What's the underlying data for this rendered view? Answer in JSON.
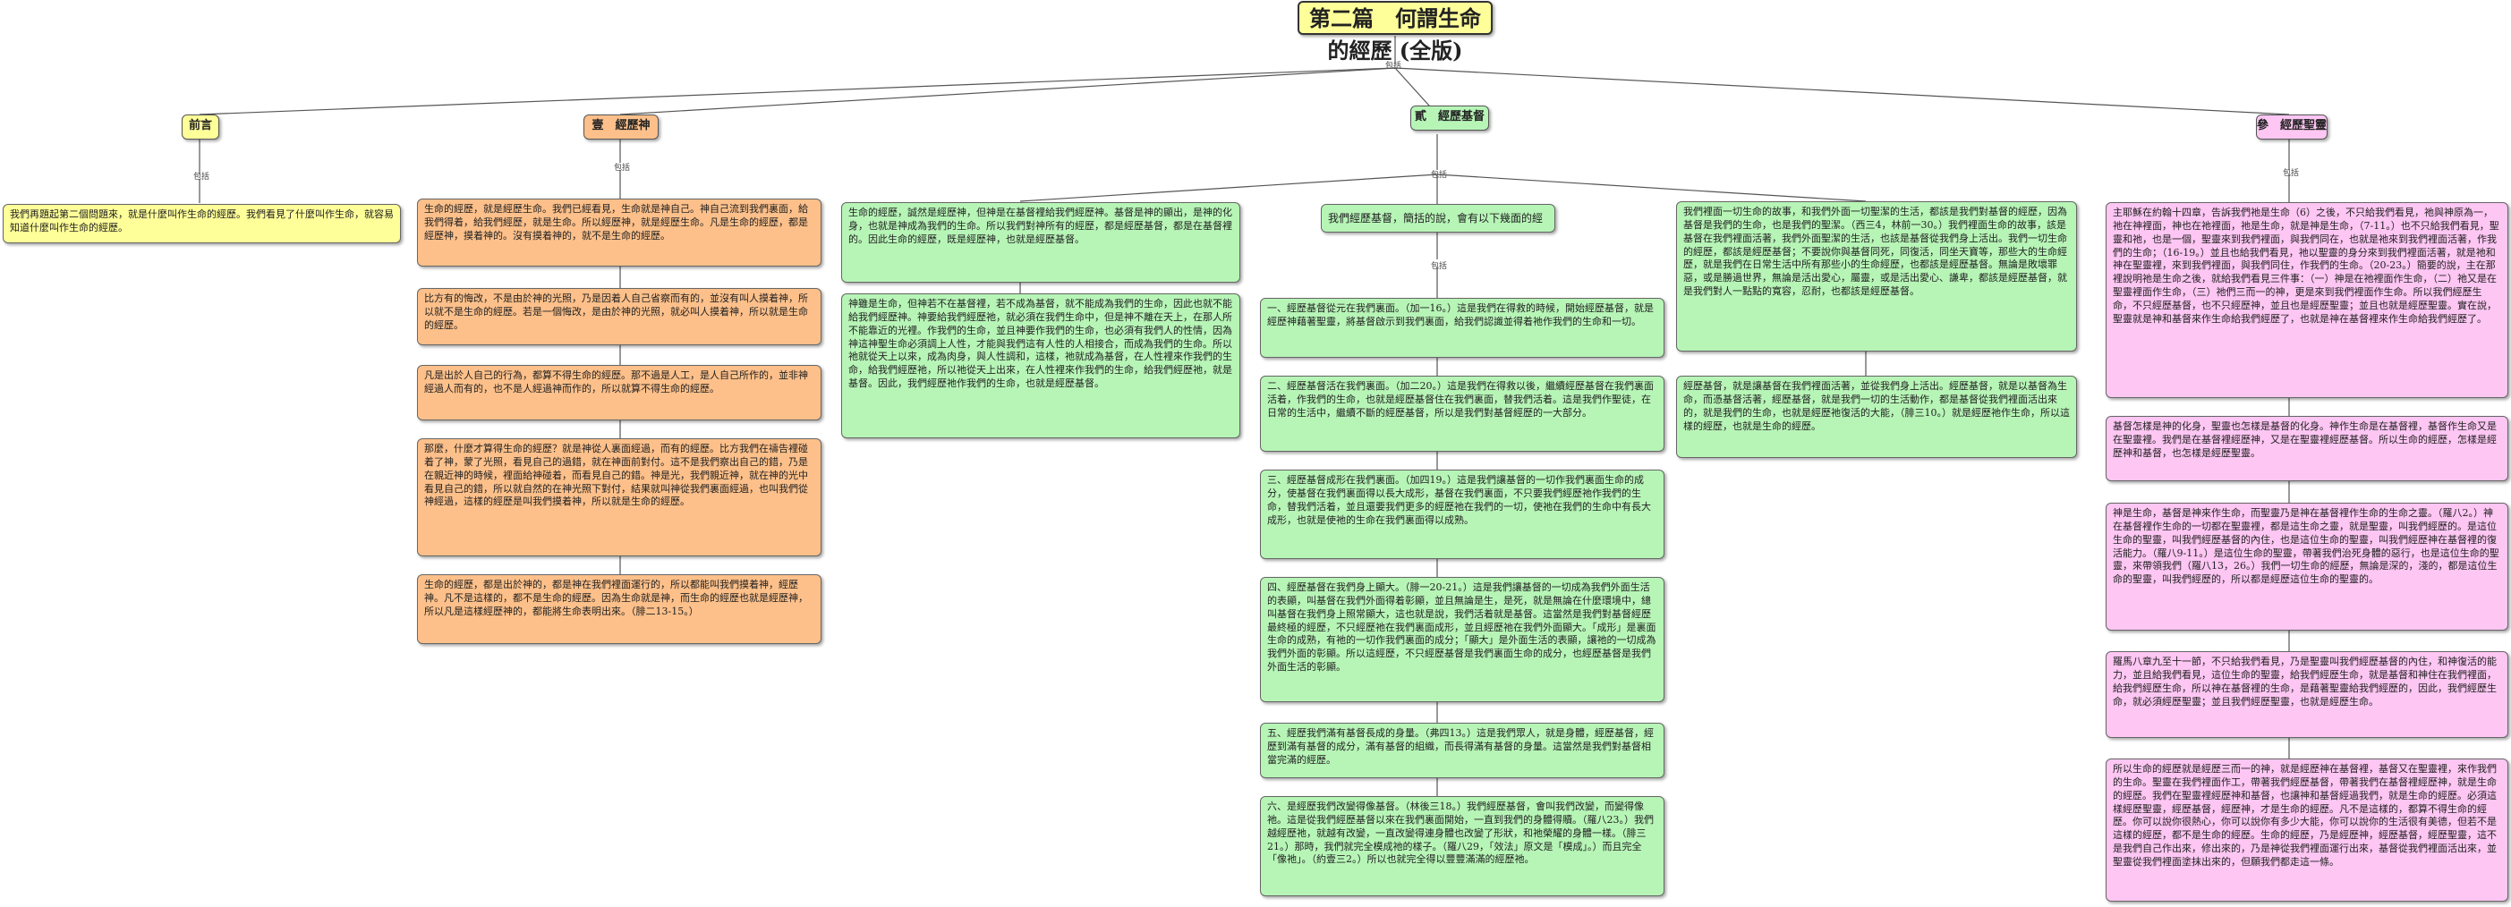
{
  "title": "第二篇　何謂生命的經歷 (全版)",
  "hub_label": "包括",
  "branches": {
    "intro": {
      "header": "前言",
      "hub": "包括",
      "text": "我們再題起第二個問題來，就是什麼叫作生命的經歷。我們看見了什麼叫作生命，就容易知道什麼叫作生命的經歷。"
    },
    "one": {
      "header": "壹　經歷神",
      "hub": "包括",
      "notes": [
        "生命的經歷，就是經歷生命。我們已經看見，生命就是神自己。神自己流到我們裏面，給我們得着，給我們經歷，就是生命。所以經歷神，就是經歷生命。凡是生命的經歷，都是經歷神，摸着神的。沒有摸着神的，就不是生命的經歷。",
        "比方有的悔改，不是由於神的光照，乃是因着人自己省察而有的，並沒有叫人摸着神，所以就不是生命的經歷。若是一個悔改，是由於神的光照，就必叫人摸着神，所以就是生命的經歷。",
        "凡是出於人自己的行為，都算不得生命的經歷。那不過是人工，是人自己所作的，並非神經過人而有的，也不是人經過神而作的，所以就算不得生命的經歷。",
        "那麼，什麼才算得生命的經歷？就是神從人裏面經過，而有的經歷。比方我們在禱告裡碰着了神，蒙了光照，看見自己的過錯，就在神面前對付。這不是我們察出自己的錯，乃是在親近神的時候，裡面給神碰着，而看見自己的錯。神是光，我們親近神，就在神的光中看見自己的錯，所以就自然的在神光照下對付，結果就叫神從我們裏面經過，也叫我們從神經過，這樣的經歷是叫我們摸着神，所以就是生命的經歷。",
        "生命的經歷，都是出於神的，都是神在我們裡面運行的，所以都能叫我們摸着神，經歷神。凡不是這樣的，都不是生命的經歷。因為生命就是神，而生命的經歷也就是經歷神，所以凡是這樣經歷神的，都能將生命表明出來。（腓二13-15。）"
      ]
    },
    "two": {
      "header": "貳　經歷基督",
      "hub": "包括",
      "left": "生命的經歷，誠然是經歷神，但神是在基督裡給我們經歷神。基督是神的顯出，是神的化身，也就是神成為我們的生命。所以我們對神所有的經歷，都是經歷基督，都是在基督裡的。因此生命的經歷，既是經歷神，也就是經歷基督。",
      "left2": "神雖是生命，但神若不在基督裡，若不成為基督，就不能成為我們的生命，因此也就不能給我們經歷神。神要給我們經歷祂，就必須在我們生命中，但是神不離在天上，在那人所不能靠近的光裡。作我們的生命，並且神要作我們的生命，也必須有我們人的性情，因為神這神聖生命必須調上人性，才能與我們這有人性的人相接合，而成為我們的生命。所以祂就從天上以來，成為肉身，與人性調和，這樣，祂就成為基督，在人性裡來作我們的生命，給我們經歷祂，所以祂從天上出來，在人性裡來作我們的生命，給我們經歷祂，就是基督。因此，我們經歷祂作我們的生命，也就是經歷基督。",
      "mid_header": "我們經歷基督，簡括的說，會有以下幾面的經歷：",
      "mid_hub": "包括",
      "items": [
        "一、經歷基督從元在我們裏面。（加一16。）這是我們在得救的時候，開始經歷基督，就是經歷神藉著聖靈，將基督啟示到我們裏面，給我們認識並得着祂作我們的生命和一切。",
        "二、經歷基督活在我們裏面。（加二20。）這是我們在得救以後，繼續經歷基督在我們裏面活着，作我們的生命，也就是經歷基督住在我們裏面，替我們活着。這是我們作聖徒，在日常的生活中，繼續不斷的經歷基督，所以是我們對基督經歷的一大部分。",
        "三、經歷基督成形在我們裏面。（加四19。）這是我們讓基督的一切作我們裏面生命的成分，使基督在我們裏面得以長大成形，基督在我們裏面，不只要我們經歷祂作我們的生命，替我們活着，並且還要我們更多的經歷祂在我們的一切，使祂在我們的生命中有長大成形，也就是使祂的生命在我們裏面得以成熟。",
        "四、經歷基督在我們身上顯大。（腓一20-21。）這是我們讓基督的一切成為我們外面生活的表顯，叫基督在我們外面得着彰顯，並且無論是生，是死，就是無論在什麼環境中，總叫基督在我們身上照常顯大，這也就是說，我們活着就是基督。這當然是我們對基督經歷最終極的經歷，不只經歷祂在我們裏面成形，並且經歷祂在我們外面顯大。「成形」是裏面生命的成熟，有祂的一切作我們裏面的成分；「顯大」是外面生活的表顯，讓祂的一切成為我們外面的彰顯。所以這經歷，不只經歷基督是我們裏面生命的成分，也經歷基督是我們外面生活的彰顯。",
        "五、經歷我們滿有基督長成的身量。（弗四13。）這是我們眾人，就是身體，經歷基督，經歷到滿有基督的成分，滿有基督的組織，而長得滿有基督的身量。這當然是我們對基督相當完滿的經歷。",
        "六、是經歷我們改變得像基督。（林後三18。）我們經歷基督，會叫我們改變，而變得像祂。這是從我們經歷基督以來在我們裏面開始，一直到我們的身體得贖。（羅八23。）我們越經歷祂，就越有改變，一直改變得連身體也改變了形狀，和祂榮耀的身體一樣。（腓三21。）那時，我們就完全模成祂的樣子。（羅八29，「效法」原文是「模成」。）而且完全「像祂」。（約壹三2。）所以也就完全得以豐豐滿滿的經歷祂。"
      ],
      "right": "我們裡面一切生命的故事，和我們外面一切聖潔的生活，都該是我們對基督的經歷，因為基督是我們的生命，也是我們的聖潔。（西三4，林前一30。）我們裡面生命的故事，該是基督在我們裡面活著，我們外面聖潔的生活，也該是基督從我們身上活出。我們一切生命的經歷，都該是經歷基督；不要說你與基督同死，同復活，同坐天寶等，那些大的生命經歷，就是我們在日常生活中所有那些小的生命經歷，也都該是經歷基督。無論是敗壞罪惡，或是勝過世界，無論是活出愛心，屬靈，或是活出愛心、謙卑，都該是經歷基督，就是我們對人一點點的寬容，忍耐，也都該是經歷基督。",
      "right2": "經歷基督，就是讓基督在我們裡面活著，並從我們身上活出。經歷基督，就是以基督為生命，而憑基督活著，經歷基督，就是我們一切的生活動作，都是基督從我們裡面活出來的，就是我們的生命，也就是經歷祂復活的大能，（腓三10。）就是經歷祂作生命，所以這樣的經歷，也就是生命的經歷。"
    },
    "four": {
      "header": "參　經歷聖靈",
      "hub": "包括",
      "notes": [
        "主耶穌在約翰十四章，告訴我們祂是生命（6）之後，不只給我們看見，祂與神原為一，祂在神裡面，神也在祂裡面，祂是生命，就是神是生命，（7-11。）也不只給我們看見，聖靈和祂，也是一個，聖靈來到我們裡面，與我們同在，也就是祂來到我們裡面活著，作我們的生命；（16-19。）並且也給我們看見，祂以聖靈的身分來到我們裡面活著，就是祂和神在聖靈裡，來到我們裡面，與我們同住，作我們的生命。（20-23。）簡要的說，主在那裡說明祂是生命之後，就給我們看見三件事：（一）神是在祂裡面作生命，（二）祂又是在聖靈裡面作生命，（三）祂們三而一的神，更是來到我們裡面作生命。所以我們經歷生命，不只經歷基督，也不只經歷神，並且也是經歷聖靈；並且也就是經歷聖靈。實在說，聖靈就是神和基督來作生命給我們經歷了，也就是神在基督裡來作生命給我們經歷了。",
        "基督怎樣是神的化身，聖靈也怎樣是基督的化身。神作生命是在基督裡，基督作生命又是在聖靈裡。我們是在基督裡經歷神，又是在聖靈裡經歷基督。所以生命的經歷，怎樣是經歷神和基督，也怎樣是經歷聖靈。",
        "神是生命，基督是神來作生命，而聖靈乃是神在基督裡作生命的生命之靈。（羅八2。）神在基督裡作生命的一切都在聖靈裡，都是這生命之靈，就是聖靈，叫我們經歷的。是這位生命的聖靈，叫我們經歷基督的內住，也是這位生命的聖靈，叫我們經歷神在基督裡的復活能力。（羅八9-11。）是這位生命的聖靈，帶著我們治死身體的惡行，也是這位生命的聖靈，來帶領我們（羅八13，26。）我們一切生命的經歷，無論是深的，淺的，都是這位生命的聖靈，叫我們經歷的，所以都是經歷這位生命的聖靈的。",
        "羅馬八章九至十一節，不只給我們看見，乃是聖靈叫我們經歷基督的內住，和神復活的能力，並且給我們看見，這位生命的聖靈，給我們經歷生命，就是基督和神住在我們裡面，給我們經歷生命，所以神在基督裡的生命，是藉著聖靈給我們經歷的，因此，我們經歷生命，就必須經歷聖靈；並且我們經歷聖靈，也就是經歷生命。",
        "所以生命的經歷就是經歷三而一的神，就是經歷神在基督裡，基督又在聖靈裡，來作我們的生命。聖靈在我們裡面作工，帶著我們經歷基督，帶著我們在基督裡經歷神，就是生命的經歷。我們在聖靈裡經歷神和基督，也讓神和基督經過我們，就是生命的經歷。必須這樣經歷聖靈，經歷基督，經歷神，才是生命的經歷。凡不是這樣的，都算不得生命的經歷。你可以說你很熱心，你可以說你有多少大能，你可以說你的生活很有美德，但若不是這樣的經歷，都不是生命的經歷。生命的經歷，乃是經歷神，經歷基督，經歷聖靈，這不是我們自己作出來，修出來的，乃是神從我們裡面運行出來，基督從我們裡面活出來，並聖靈從我們裡面塗抹出來的，但願我們都走這一條。"
      ]
    }
  },
  "colors": {
    "yellow": "#ffff99",
    "orange": "#fdc08a",
    "green": "#b7f5b7",
    "pink": "#fdc6f3",
    "line": "#555555"
  }
}
